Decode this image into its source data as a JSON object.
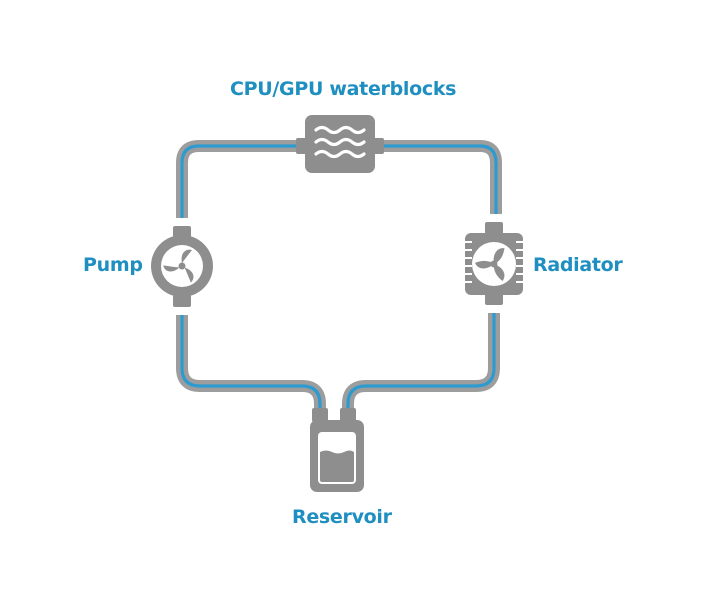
{
  "labels": {
    "cpu": "CPU/GPU waterblocks",
    "pump": "Pump",
    "radiator": "Radiator",
    "reservoir": "Reservoir"
  },
  "colors": {
    "accent": "#1e8fc0",
    "tube_outer": "#9b9b9b",
    "tube_inner": "#2e9bd0",
    "component": "#8e8e8e",
    "component_detail": "#ffffff"
  },
  "icons": {
    "cpu": "waterblock-icon",
    "pump": "pump-impeller-icon",
    "radiator": "radiator-fan-icon",
    "reservoir": "reservoir-tank-icon"
  }
}
